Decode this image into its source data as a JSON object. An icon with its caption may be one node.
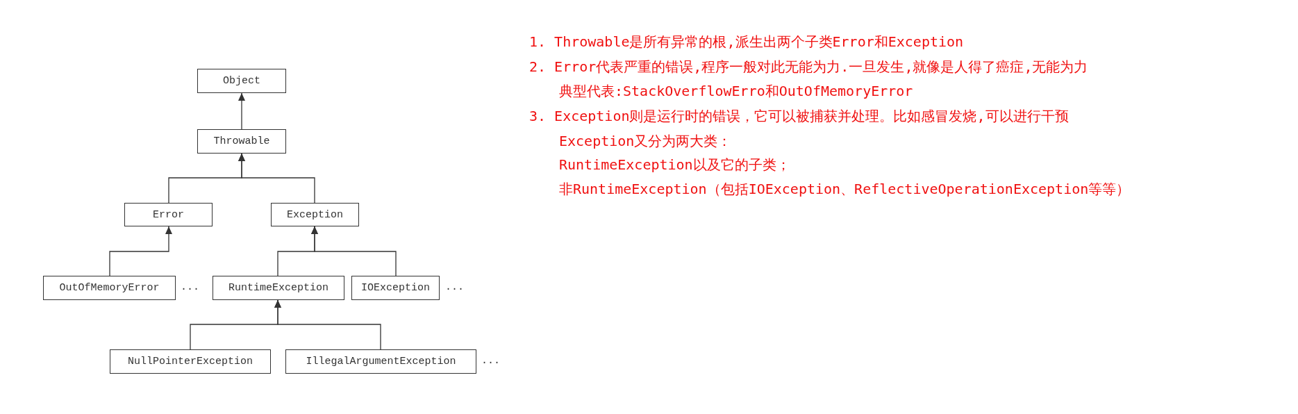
{
  "diagram": {
    "nodes": [
      {
        "text": [
          "Object"
        ]
      },
      {
        "text": [
          "Throwable"
        ]
      },
      {
        "text": [
          "Error"
        ]
      },
      {
        "text": [
          "Exception"
        ]
      },
      {
        "text": [
          "OutOfMemoryError"
        ]
      },
      {
        "text": [
          "RuntimeException"
        ]
      },
      {
        "text": [
          "IOException"
        ]
      },
      {
        "text": [
          "NullPointerException"
        ]
      },
      {
        "text": [
          "IllegalArgumentException"
        ]
      }
    ],
    "edges": [
      {
        "from": 1,
        "to": 0,
        "arrow": "to"
      },
      {
        "from": 2,
        "to": 1,
        "arrow": "to"
      },
      {
        "from": 3,
        "to": 1,
        "arrow": "to"
      },
      {
        "from": 4,
        "to": 2,
        "arrow": "to"
      },
      {
        "from": 5,
        "to": 3,
        "arrow": "to"
      },
      {
        "from": 6,
        "to": 3,
        "arrow": "to"
      },
      {
        "from": 7,
        "to": 5,
        "arrow": "to"
      },
      {
        "from": 8,
        "to": 5,
        "arrow": "to"
      }
    ],
    "labels": [
      "1. Throwable是所有异常的根,派生出两个子类Error和Exception",
      "2. Error代表严重的错误,程序一般对此无能为力.一旦发生,就像是人得了癌症,无能为力",
      "典型代表:StackOverflowErro和OutOfMemoryError",
      "3. Exception则是运行时的错误，它可以被捕获并处理。比如感冒发烧,可以进行干预",
      "Exception又分为两大类：",
      "RuntimeException以及它的子类；",
      "非RuntimeException（包括IOException、ReflectiveOperationException等等）",
      "...",
      "...",
      "..."
    ]
  }
}
